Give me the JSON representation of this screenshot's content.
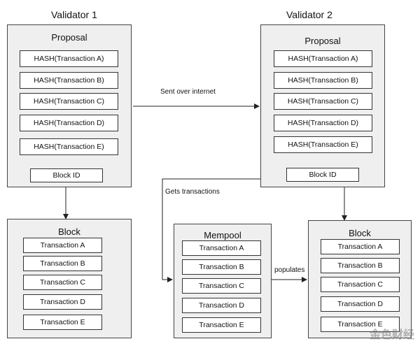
{
  "validator1": {
    "title": "Validator 1",
    "proposal": {
      "title": "Proposal",
      "hashes": [
        "HASH(Transaction A)",
        "HASH(Transaction B)",
        "HASH(Transaction C)",
        "HASH(Transaction D)",
        "HASH(Transaction E)"
      ],
      "block_id": "Block ID"
    },
    "block": {
      "title": "Block",
      "transactions": [
        "Transaction A",
        "Transaction B",
        "Transaction C",
        "Transaction D",
        "Transaction E"
      ]
    }
  },
  "validator2": {
    "title": "Validator 2",
    "proposal": {
      "title": "Proposal",
      "hashes": [
        "HASH(Transaction A)",
        "HASH(Transaction B)",
        "HASH(Transaction C)",
        "HASH(Transaction D)",
        "HASH(Transaction E)"
      ],
      "block_id": "Block ID"
    },
    "block": {
      "title": "Block",
      "transactions": [
        "Transaction A",
        "Transaction B",
        "Transaction C",
        "Transaction D",
        "Transaction E"
      ]
    }
  },
  "mempool": {
    "title": "Mempool",
    "transactions": [
      "Transaction A",
      "Transaction B",
      "Transaction C",
      "Transaction D",
      "Transaction E"
    ]
  },
  "edges": {
    "sent_over_internet": "Sent over internet",
    "gets_transactions": "Gets transactions",
    "populates": "populates"
  },
  "watermark": "金色财经"
}
